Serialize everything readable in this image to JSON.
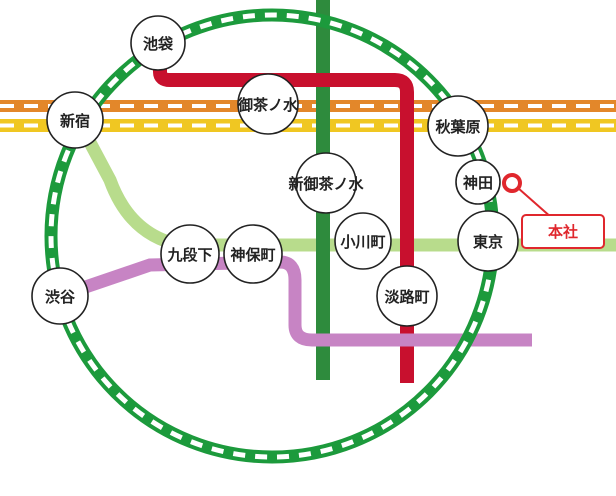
{
  "colors": {
    "yamanote": "#1c9a3c",
    "chuo_rapid": "#e3872a",
    "chuo_sobu": "#f0c722",
    "marunouchi": "#c8102e",
    "chiyoda": "#2e8b3d",
    "tozai_light": "#b8dc8c",
    "shinjuku_line": "#c784c4",
    "hq": "#e0272d"
  },
  "stations": {
    "ikebukuro": "池袋",
    "ochanomizu": "御茶ノ水",
    "shinjuku": "新宿",
    "akihabara": "秋葉原",
    "shin_ochanomizu": "新御茶ノ水",
    "kanda": "神田",
    "kudanshita": "九段下",
    "jimbocho": "神保町",
    "ogawamachi": "小川町",
    "tokyo": "東京",
    "shibuya": "渋谷",
    "awajicho": "淡路町"
  },
  "hq": {
    "label": "本社",
    "icon": "location-ring-icon"
  }
}
